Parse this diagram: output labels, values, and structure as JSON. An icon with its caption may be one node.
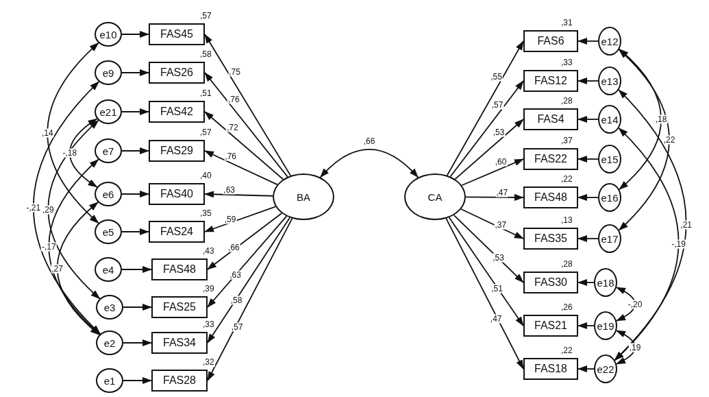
{
  "diagram": {
    "nodes": [
      {
        "text": [
          "e10"
        ]
      },
      {
        "text": [
          "FAS45"
        ],
        "beside": [
          ",57"
        ]
      },
      {
        "text": [
          "e9"
        ]
      },
      {
        "text": [
          "FAS26"
        ],
        "beside": [
          ",58"
        ]
      },
      {
        "text": [
          "e21"
        ]
      },
      {
        "text": [
          "FAS42"
        ],
        "beside": [
          ",51"
        ]
      },
      {
        "text": [
          "e7"
        ]
      },
      {
        "text": [
          "FAS29"
        ],
        "beside": [
          ",57"
        ]
      },
      {
        "text": [
          "e6"
        ]
      },
      {
        "text": [
          "FAS40"
        ],
        "beside": [
          ",40"
        ]
      },
      {
        "text": [
          "e5"
        ]
      },
      {
        "text": [
          "FAS24"
        ],
        "beside": [
          ",35"
        ]
      },
      {
        "text": [
          "e4"
        ]
      },
      {
        "text": [
          "FAS48"
        ],
        "beside": [
          ",43"
        ]
      },
      {
        "text": [
          "e3"
        ]
      },
      {
        "text": [
          "FAS25"
        ],
        "beside": [
          ",39"
        ]
      },
      {
        "text": [
          "e2"
        ]
      },
      {
        "text": [
          "FAS34"
        ],
        "beside": [
          ",33"
        ]
      },
      {
        "text": [
          "e1"
        ]
      },
      {
        "text": [
          "FAS28"
        ],
        "beside": [
          ",32"
        ]
      },
      {
        "text": [
          "BA"
        ]
      },
      {
        "text": [
          "CA"
        ]
      },
      {
        "text": [
          "FAS6"
        ],
        "beside": [
          ",31"
        ]
      },
      {
        "text": [
          "e12"
        ]
      },
      {
        "text": [
          "FAS12"
        ],
        "beside": [
          ",33"
        ]
      },
      {
        "text": [
          "e13"
        ]
      },
      {
        "text": [
          "FAS4"
        ],
        "beside": [
          ",28"
        ]
      },
      {
        "text": [
          "e14"
        ]
      },
      {
        "text": [
          "FAS22"
        ],
        "beside": [
          ",37"
        ]
      },
      {
        "text": [
          "e15"
        ]
      },
      {
        "text": [
          "FAS48"
        ],
        "beside": [
          ",22"
        ]
      },
      {
        "text": [
          "e16"
        ]
      },
      {
        "text": [
          "FAS35"
        ],
        "beside": [
          ",13"
        ]
      },
      {
        "text": [
          "e17"
        ]
      },
      {
        "text": [
          "FAS30"
        ],
        "beside": [
          ",28"
        ]
      },
      {
        "text": [
          "e18"
        ]
      },
      {
        "text": [
          "FAS21"
        ],
        "beside": [
          ",26"
        ]
      },
      {
        "text": [
          "e19"
        ]
      },
      {
        "text": [
          "FAS18"
        ],
        "beside": [
          ",22"
        ]
      },
      {
        "text": [
          "e22"
        ]
      }
    ],
    "edges": [
      {
        "from": 0,
        "to": 1,
        "arrow": "to"
      },
      {
        "from": 2,
        "to": 3,
        "arrow": "to"
      },
      {
        "from": 4,
        "to": 5,
        "arrow": "to"
      },
      {
        "from": 6,
        "to": 7,
        "arrow": "to"
      },
      {
        "from": 8,
        "to": 9,
        "arrow": "to"
      },
      {
        "from": 10,
        "to": 11,
        "arrow": "to"
      },
      {
        "from": 12,
        "to": 13,
        "arrow": "to"
      },
      {
        "from": 14,
        "to": 15,
        "arrow": "to"
      },
      {
        "from": 16,
        "to": 17,
        "arrow": "to"
      },
      {
        "from": 18,
        "to": 19,
        "arrow": "to"
      },
      {
        "from": 20,
        "to": 1,
        "arrow": "to",
        "label": ",75"
      },
      {
        "from": 20,
        "to": 3,
        "arrow": "to",
        "label": ",76"
      },
      {
        "from": 20,
        "to": 5,
        "arrow": "to",
        "label": ",72"
      },
      {
        "from": 20,
        "to": 7,
        "arrow": "to",
        "label": ",76"
      },
      {
        "from": 20,
        "to": 9,
        "arrow": "to",
        "label": ",63"
      },
      {
        "from": 20,
        "to": 11,
        "arrow": "to",
        "label": ",59"
      },
      {
        "from": 20,
        "to": 13,
        "arrow": "to",
        "label": ",66"
      },
      {
        "from": 20,
        "to": 15,
        "arrow": "to",
        "label": ",63"
      },
      {
        "from": 20,
        "to": 17,
        "arrow": "to",
        "label": ",58"
      },
      {
        "from": 20,
        "to": 19,
        "arrow": "to",
        "label": ",57"
      },
      {
        "from": 20,
        "to": 21,
        "arrow": "both",
        "label": ",66"
      },
      {
        "from": 21,
        "to": 22,
        "arrow": "to",
        "label": ",55"
      },
      {
        "from": 21,
        "to": 24,
        "arrow": "to",
        "label": ",57"
      },
      {
        "from": 21,
        "to": 26,
        "arrow": "to",
        "label": ",53"
      },
      {
        "from": 21,
        "to": 28,
        "arrow": "to",
        "label": ",60"
      },
      {
        "from": 21,
        "to": 30,
        "arrow": "to",
        "label": ",47"
      },
      {
        "from": 21,
        "to": 32,
        "arrow": "to",
        "label": ",37"
      },
      {
        "from": 21,
        "to": 34,
        "arrow": "to",
        "label": ",53"
      },
      {
        "from": 21,
        "to": 36,
        "arrow": "to",
        "label": ",51"
      },
      {
        "from": 21,
        "to": 38,
        "arrow": "to",
        "label": ",47"
      },
      {
        "from": 23,
        "to": 22,
        "arrow": "to"
      },
      {
        "from": 25,
        "to": 24,
        "arrow": "to"
      },
      {
        "from": 27,
        "to": 26,
        "arrow": "to"
      },
      {
        "from": 29,
        "to": 28,
        "arrow": "to"
      },
      {
        "from": 31,
        "to": 30,
        "arrow": "to"
      },
      {
        "from": 33,
        "to": 32,
        "arrow": "to"
      },
      {
        "from": 35,
        "to": 34,
        "arrow": "to"
      },
      {
        "from": 37,
        "to": 36,
        "arrow": "to"
      },
      {
        "from": 39,
        "to": 38,
        "arrow": "to"
      },
      {
        "from": 0,
        "to": 10,
        "arrow": "both",
        "label": ",14"
      },
      {
        "from": 2,
        "to": 16,
        "arrow": "both",
        "label": "-,21"
      },
      {
        "from": 4,
        "to": 14,
        "arrow": "both",
        "label": ",29"
      },
      {
        "from": 4,
        "to": 8,
        "arrow": "both",
        "label": "-,18"
      },
      {
        "from": 6,
        "to": 16,
        "arrow": "both",
        "label": "-,17"
      },
      {
        "from": 8,
        "to": 16,
        "arrow": "both",
        "label": ",27"
      },
      {
        "from": 23,
        "to": 31,
        "arrow": "both",
        "label": ",18"
      },
      {
        "from": 23,
        "to": 33,
        "arrow": "both",
        "label": ",22"
      },
      {
        "from": 25,
        "to": 39,
        "arrow": "both",
        "label": ",21"
      },
      {
        "from": 27,
        "to": 39,
        "arrow": "both",
        "label": "-,19"
      },
      {
        "from": 35,
        "to": 37,
        "arrow": "both",
        "label": "-,20"
      },
      {
        "from": 37,
        "to": 39,
        "arrow": "both",
        "label": ",19"
      }
    ]
  }
}
